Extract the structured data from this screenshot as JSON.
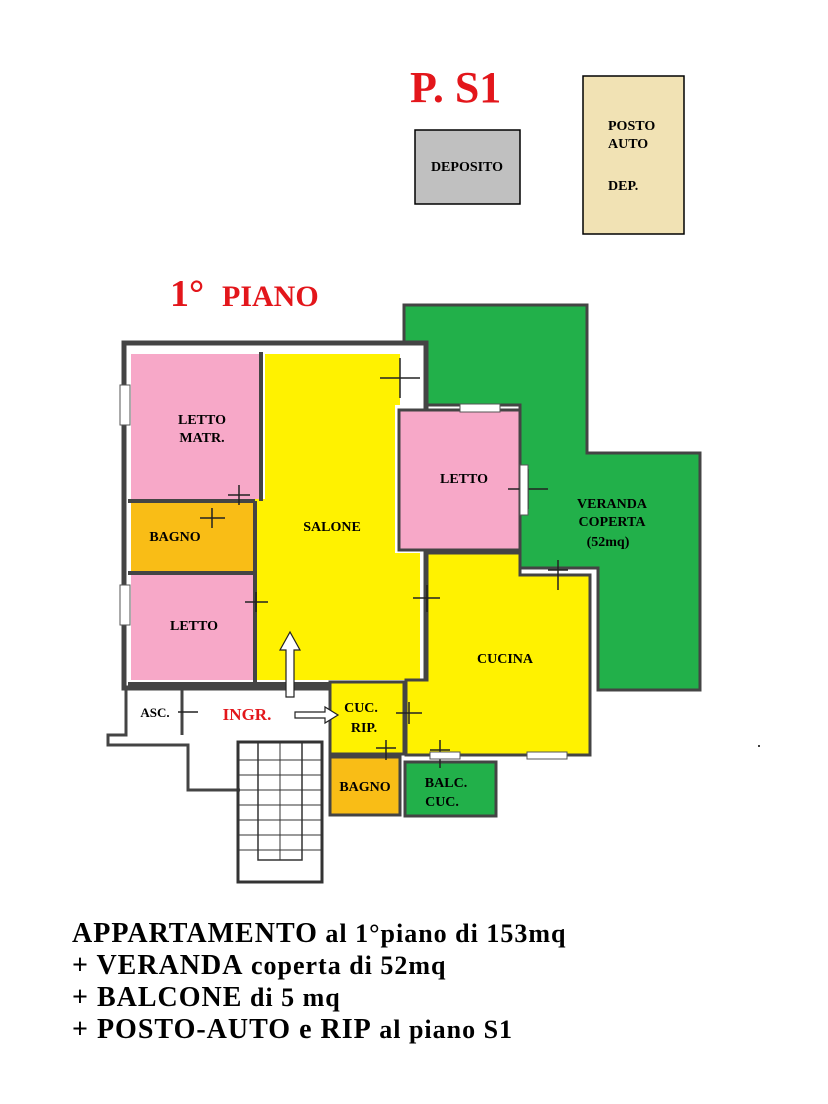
{
  "header": {
    "floor_s1": "P. S1",
    "deposito": "DEPOSITO",
    "posto_auto_line1": "POSTO",
    "posto_auto_line2": "AUTO",
    "posto_auto_line3": "DEP.",
    "floor_1_num": "1°",
    "floor_1_word": "PIANO"
  },
  "rooms": {
    "letto_matr_1": "LETTO",
    "letto_matr_2": "MATR.",
    "bagno": "BAGNO",
    "letto_left": "LETTO",
    "salone": "SALONE",
    "letto_right": "LETTO",
    "veranda_1": "VERANDA",
    "veranda_2": "COPERTA",
    "veranda_3": "(52mq)",
    "cucina": "CUCINA",
    "asc": "ASC.",
    "ingr": "INGR.",
    "cuc_rip_1": "CUC.",
    "cuc_rip_2": "RIP.",
    "bagno_small": "BAGNO",
    "balc_1": "BALC.",
    "balc_2": "CUC."
  },
  "colors": {
    "pink": "#f7a8c8",
    "yellow": "#fff200",
    "orange": "#f9bd16",
    "green": "#22b04a",
    "grey": "#c0c0c0",
    "beige": "#f1e2b4",
    "red": "#e3161b"
  },
  "description": {
    "line1_bold": "APPARTAMENTO",
    "line1_rest": " al 1°piano di 153mq",
    "line2_bold": "+ VERANDA",
    "line2_rest": " coperta di 52mq",
    "line3_bold": "+ BALCONE",
    "line3_rest": " di 5 mq",
    "line4_bold": "+ POSTO-AUTO e RIP",
    "line4_rest": " al piano S1"
  }
}
